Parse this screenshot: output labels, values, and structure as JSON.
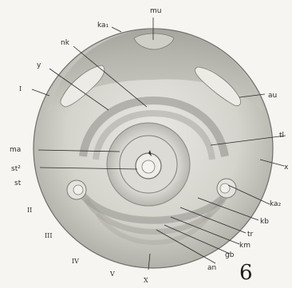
{
  "figure": {
    "number": "6",
    "labels": {
      "mu": "mu",
      "ka1": "ka₁",
      "nk": "nk",
      "y": "y",
      "i": "I",
      "au": "au",
      "tl": "tl",
      "ma": "ma",
      "st2": "st²",
      "st": "st",
      "x_right": "x",
      "ka2": "ka₂",
      "kb": "kb",
      "ii": "II",
      "iii": "III",
      "iv": "IV",
      "v": "V",
      "x_bottom": "X",
      "tr": "tr",
      "km": "km",
      "gb": "gb",
      "an": "an"
    }
  }
}
